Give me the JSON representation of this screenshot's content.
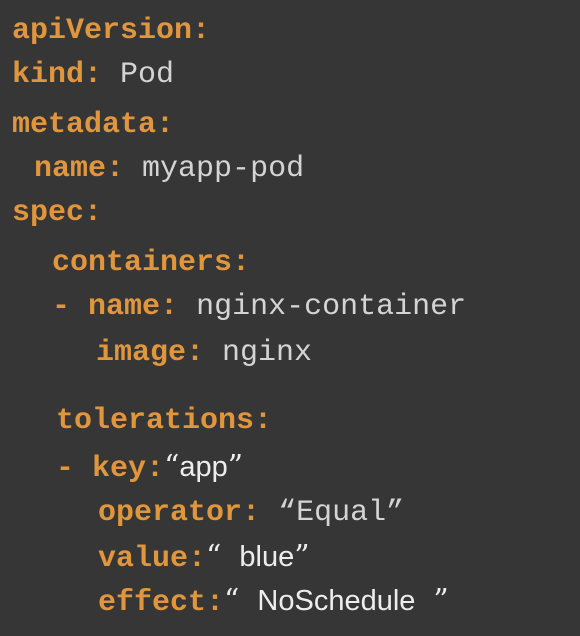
{
  "yaml": {
    "lines": [
      {
        "key": "apiVersion",
        "value": ""
      },
      {
        "key": "kind",
        "value": "Pod"
      },
      {
        "key": "metadata",
        "value": ""
      },
      {
        "key": "name",
        "value": "myapp-pod"
      },
      {
        "key": "spec",
        "value": ""
      },
      {
        "key": "containers",
        "value": ""
      },
      {
        "dash": "-",
        "key": "name",
        "value": "nginx-container"
      },
      {
        "key": "image",
        "value": "nginx"
      },
      {
        "key": "tolerations",
        "value": ""
      },
      {
        "dash": "-",
        "key": "key",
        "open_quote": "“",
        "value": "app",
        "close_quote": "”"
      },
      {
        "key": "operator",
        "value": "“Equal”"
      },
      {
        "key": "value",
        "open_quote": "“",
        "value": "blue",
        "close_quote": "”"
      },
      {
        "key": "effect",
        "open_quote": "“",
        "value": "NoSchedule",
        "close_quote": "”"
      }
    ],
    "colon": ":"
  },
  "colors": {
    "background": "#363636",
    "key": "#e0963c",
    "value": "#d8d8d8"
  }
}
